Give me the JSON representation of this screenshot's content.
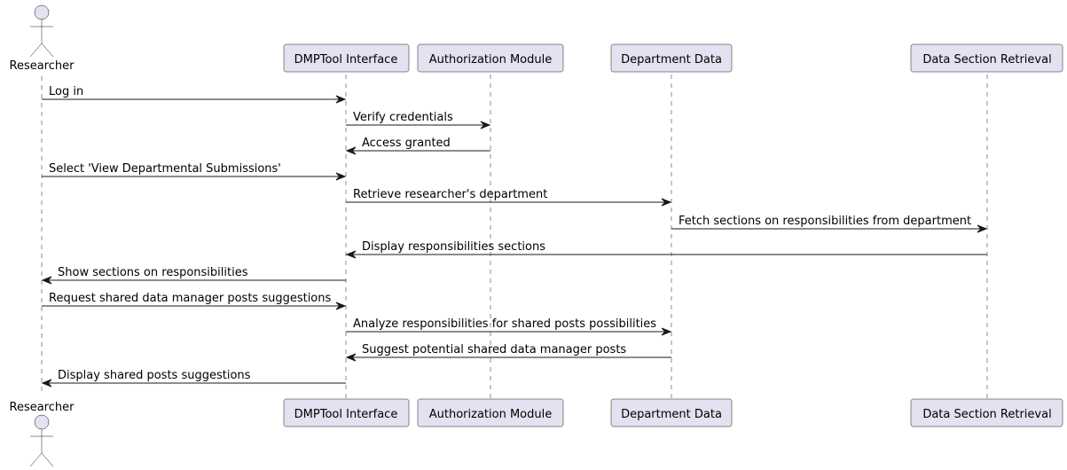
{
  "diagram": {
    "type": "sequence",
    "colors": {
      "participant_fill": "#E2E2F0",
      "line": "#181818"
    },
    "participants": [
      {
        "id": "researcher",
        "label": "Researcher",
        "kind": "actor"
      },
      {
        "id": "dmptool",
        "label": "DMPTool Interface",
        "kind": "participant"
      },
      {
        "id": "auth",
        "label": "Authorization Module",
        "kind": "participant"
      },
      {
        "id": "dept",
        "label": "Department Data",
        "kind": "participant"
      },
      {
        "id": "retrieval",
        "label": "Data Section Retrieval",
        "kind": "participant"
      }
    ],
    "messages": [
      {
        "from": "researcher",
        "to": "dmptool",
        "label": "Log in"
      },
      {
        "from": "dmptool",
        "to": "auth",
        "label": "Verify credentials"
      },
      {
        "from": "auth",
        "to": "dmptool",
        "label": "Access granted"
      },
      {
        "from": "researcher",
        "to": "dmptool",
        "label": "Select 'View Departmental Submissions'"
      },
      {
        "from": "dmptool",
        "to": "dept",
        "label": "Retrieve researcher's department"
      },
      {
        "from": "dept",
        "to": "retrieval",
        "label": "Fetch sections on responsibilities from department"
      },
      {
        "from": "retrieval",
        "to": "dmptool",
        "label": "Display responsibilities sections"
      },
      {
        "from": "dmptool",
        "to": "researcher",
        "label": "Show sections on responsibilities"
      },
      {
        "from": "researcher",
        "to": "dmptool",
        "label": "Request shared data manager posts suggestions"
      },
      {
        "from": "dmptool",
        "to": "dept",
        "label": "Analyze responsibilities for shared posts possibilities"
      },
      {
        "from": "dept",
        "to": "dmptool",
        "label": "Suggest potential shared data manager posts"
      },
      {
        "from": "dmptool",
        "to": "researcher",
        "label": "Display shared posts suggestions"
      }
    ]
  }
}
